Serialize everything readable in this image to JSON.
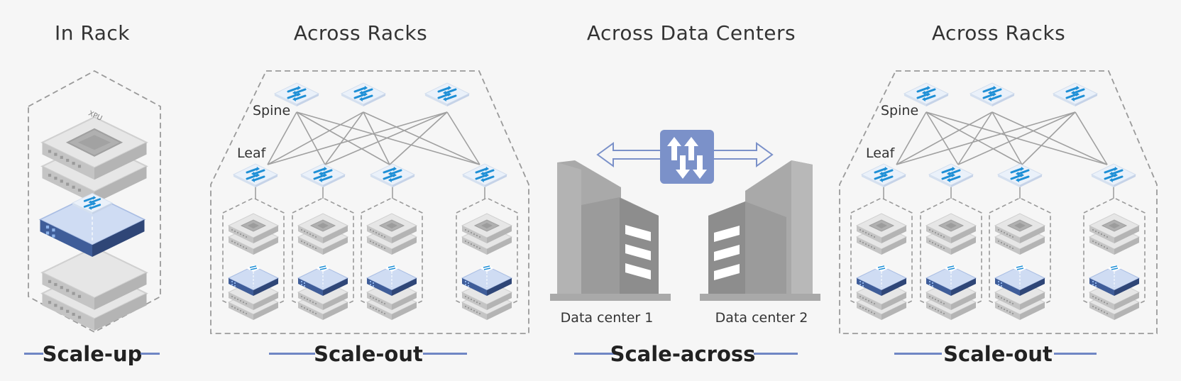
{
  "sections": [
    {
      "title": "In Rack",
      "scale_label": "Scale-up"
    },
    {
      "title": "Across Racks",
      "scale_label": "Scale-out"
    },
    {
      "title": "Across Data Centers",
      "scale_label": "Scale-across"
    },
    {
      "title": "Across Racks",
      "scale_label": "Scale-out"
    }
  ],
  "labels": {
    "spine": "Spine",
    "leaf": "Leaf",
    "xpu": "XPU",
    "dc1": "Data center 1",
    "dc2": "Data center 2"
  },
  "colors": {
    "accent_line": "#6f86c4",
    "switch_blue": "#1e8fd6",
    "dci_box": "#7b91c9",
    "building": "#a9a9a9",
    "server": "#c9c9c9"
  }
}
